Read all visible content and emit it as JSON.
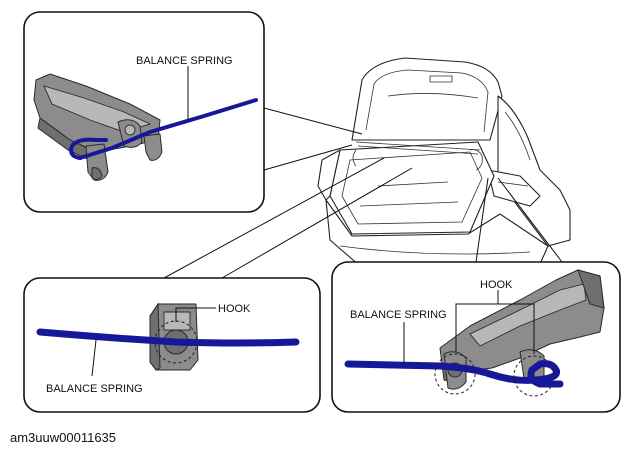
{
  "labels": {
    "top_left_spring": "BALANCE SPRING",
    "bottom_left_hook": "HOOK",
    "bottom_left_spring": "BALANCE SPRING",
    "bottom_right_hook": "HOOK",
    "bottom_right_spring": "BALANCE SPRING"
  },
  "document_id": "am3uuw00011635",
  "colors": {
    "spring": "#17179a",
    "bracket": "#8c8c8c",
    "outline": "#111111"
  }
}
